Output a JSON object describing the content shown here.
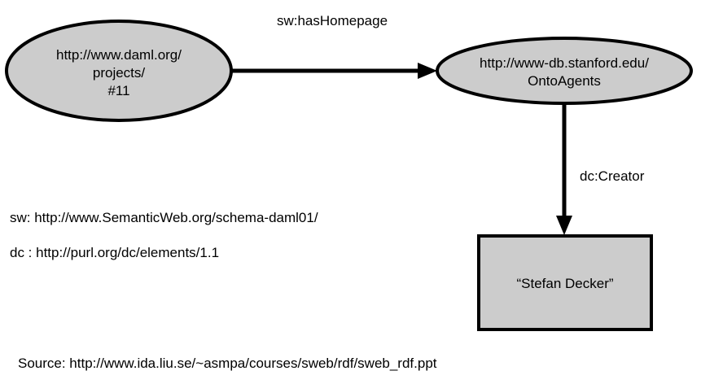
{
  "nodes": {
    "project": {
      "lines": [
        "http://www.daml.org/",
        "projects/",
        "#11"
      ]
    },
    "ontoagents": {
      "lines": [
        "http://www-db.stanford.edu/",
        "OntoAgents"
      ]
    },
    "creator_literal": {
      "lines": [
        "“Stefan Decker”"
      ]
    }
  },
  "edges": {
    "has_homepage": {
      "label": "sw:hasHomepage"
    },
    "creator": {
      "label": "dc:Creator"
    }
  },
  "namespaces": [
    "sw: http://www.SemanticWeb.org/schema-daml01/",
    "dc : http://purl.org/dc/elements/1.1"
  ],
  "source": "Source: http://www.ida.liu.se/~asmpa/courses/sweb/rdf/sweb_rdf.ppt",
  "colors": {
    "node_fill": "#cccccc",
    "stroke": "#000000",
    "background": "#ffffff"
  }
}
